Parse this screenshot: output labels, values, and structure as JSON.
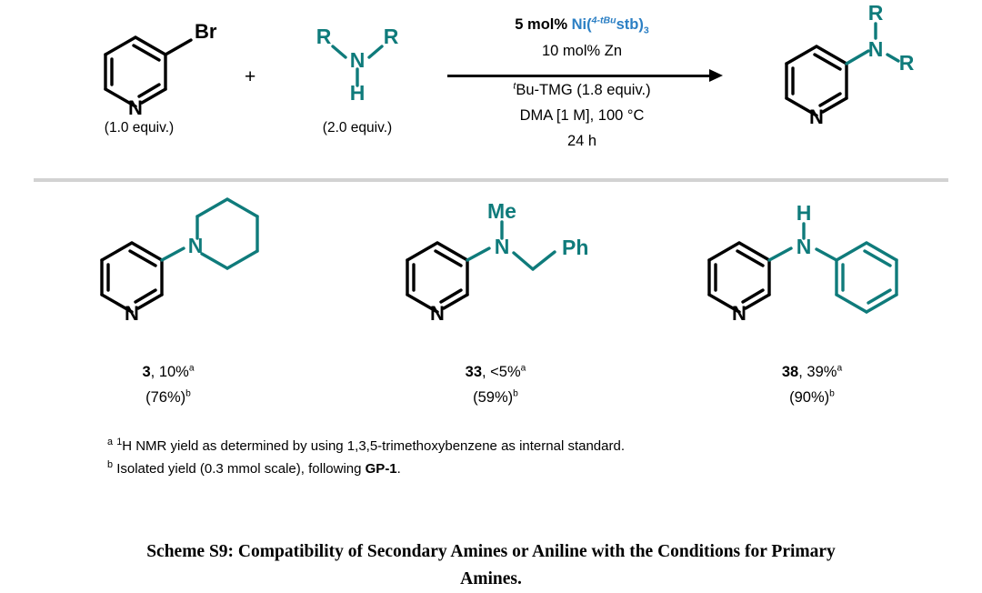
{
  "scheme": {
    "reactants": [
      {
        "name": "3-bromopyridine",
        "substituent": "Br",
        "ring_label": "N",
        "equiv": "(1.0 equiv.)"
      },
      {
        "name": "secondary-amine",
        "r_left": "R",
        "r_right": "R",
        "n_label": "N",
        "h_label": "H",
        "equiv": "(2.0 equiv.)"
      }
    ],
    "plus_sign": "+",
    "conditions_above": [
      {
        "pre": "5 mol% ",
        "catalyst_prefix": "Ni(",
        "catalyst_sup": "4-tBu",
        "catalyst_mid": "stb)",
        "catalyst_sub": "3"
      },
      {
        "text": "10 mol% Zn"
      }
    ],
    "conditions_below": [
      {
        "sup_italic": "t",
        "text": "Bu-TMG (1.8 equiv.)"
      },
      {
        "text": "DMA [1 M], 100 °C"
      },
      {
        "text": "24 h"
      }
    ],
    "product": {
      "name": "3-aminopyridine-product",
      "r_top": "R",
      "r_right": "R",
      "n_label": "N",
      "ring_label": "N"
    }
  },
  "products": [
    {
      "name": "3-(piperidin-1-yl)pyridine",
      "ring_label": "N",
      "amine_label": "N",
      "number": "3",
      "yield_nmr": "10%",
      "yield_nmr_mark": "a",
      "yield_isolated": "(76%)",
      "yield_isolated_mark": "b"
    },
    {
      "name": "N-benzyl-N-methylpyridin-3-amine",
      "ring_label": "N",
      "amine_label": "N",
      "me_label": "Me",
      "ph_label": "Ph",
      "number": "33",
      "yield_nmr": "<5%",
      "yield_nmr_mark": "a",
      "yield_isolated": "(59%)",
      "yield_isolated_mark": "b"
    },
    {
      "name": "N-phenylpyridin-3-amine",
      "ring_label": "N",
      "amine_label": "N",
      "h_label": "H",
      "number": "38",
      "yield_nmr": "39%",
      "yield_nmr_mark": "a",
      "yield_isolated": "(90%)",
      "yield_isolated_mark": "b"
    }
  ],
  "footnotes": [
    {
      "mark": "a",
      "pre_sup": "1",
      "text": "H NMR yield as determined by using 1,3,5-trimethoxybenzene as internal standard."
    },
    {
      "mark": "b",
      "text_before": "Isolated yield (0.3 mmol scale), following ",
      "bold": "GP-1",
      "text_after": "."
    }
  ],
  "caption": {
    "line1": "Scheme S9: Compatibility of Secondary Amines or Aniline with the Conditions for Primary",
    "line2": "Amines."
  },
  "colors": {
    "teal": "#0f7b7b",
    "catalyst_blue": "#2b7fc4",
    "black": "#000000",
    "divider": "#d2d2d2"
  }
}
